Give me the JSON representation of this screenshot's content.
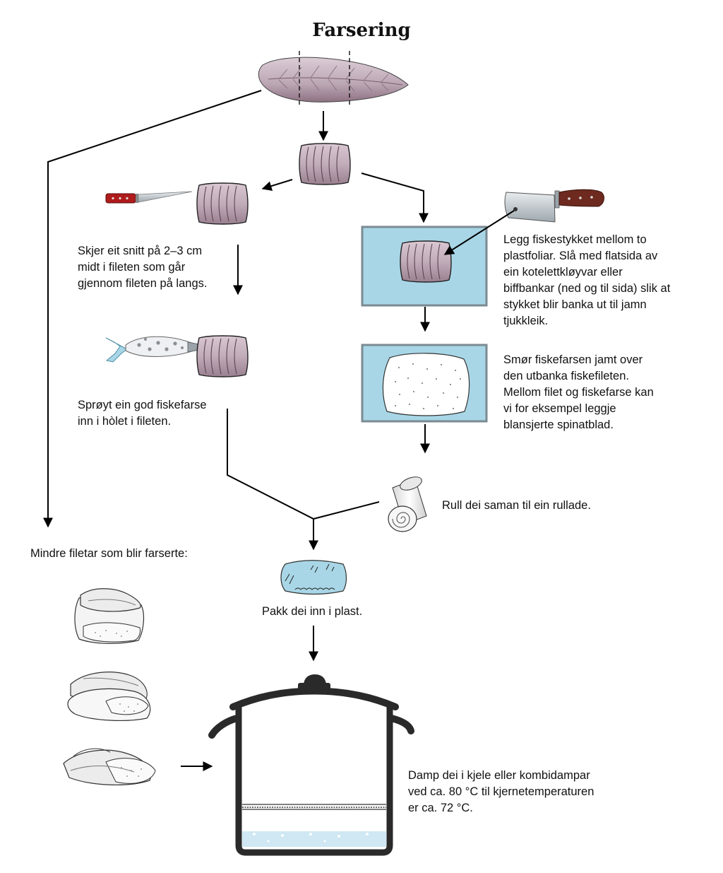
{
  "title": "Farsering",
  "steps": {
    "cut_slit": [
      "Skjer eit snitt på 2–3 cm",
      "midt i fileten som går",
      "gjennom fileten på langs."
    ],
    "pipe_farce": [
      "Sprøyt ein god fiskefarse",
      "inn i hòlet i fileten."
    ],
    "flatten": [
      "Legg fiskestykket mellom to",
      "plastfoliar. Slå med flatsida av",
      "ein kotelettkløyvar eller",
      "biffbankar (ned og til sida) slik at",
      "stykket blir banka ut til jamn",
      "tjukkleik."
    ],
    "spread_farce": [
      "Smør fiskefarsen jamt over",
      "den utbanka fiskefileten.",
      "Mellom filet og fiskefarse kan",
      "vi for eksempel leggje",
      "blansjerte spinatblad."
    ],
    "roll": "Rull dei saman til ein rullade.",
    "wrap": "Pakk dei inn i plast.",
    "small_fillets": "Mindre filetar som blir farserte:",
    "steam": [
      "Damp dei i kjele eller kombidampar",
      "ved ca. 80 °C til kjernetemperaturen",
      "er ca. 72 °C."
    ]
  },
  "colors": {
    "fish": "#c9b8c4",
    "fish_stripes": "#7a5e6e",
    "foil": "#a8d6e6",
    "pot": "#2a2a2a",
    "knife_handle": "#b01c1c",
    "cleaver_handle": "#6e2a1f",
    "water": "#cfe8f3"
  }
}
